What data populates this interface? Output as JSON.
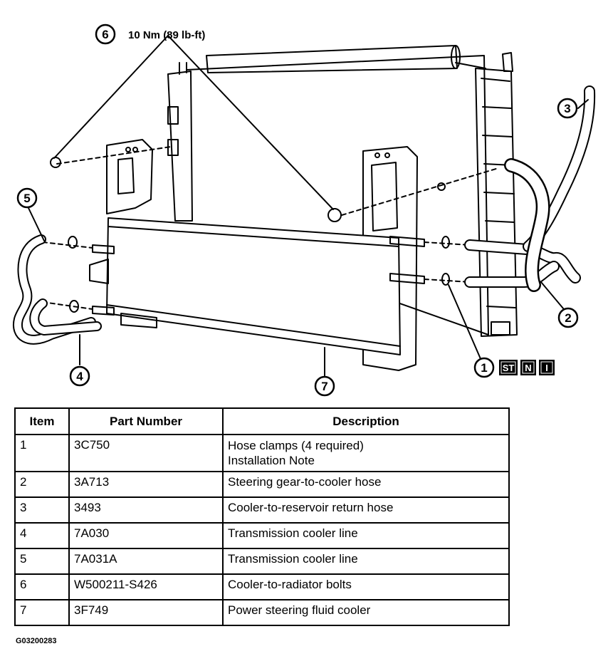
{
  "diagram": {
    "callouts": [
      {
        "num": "1"
      },
      {
        "num": "2"
      },
      {
        "num": "3"
      },
      {
        "num": "4"
      },
      {
        "num": "5"
      },
      {
        "num": "6"
      },
      {
        "num": "7"
      }
    ],
    "torque_label": "10 Nm (89 lb-ft)",
    "note_badges": [
      "ST",
      "N",
      "I"
    ]
  },
  "table": {
    "headers": [
      "Item",
      "Part Number",
      "Description"
    ],
    "rows": [
      {
        "item": "1",
        "part": "3C750",
        "desc": [
          "Hose clamps (4 required)",
          "Installation Note"
        ]
      },
      {
        "item": "2",
        "part": "3A713",
        "desc": [
          "Steering gear-to-cooler hose"
        ]
      },
      {
        "item": "3",
        "part": "3493",
        "desc": [
          "Cooler-to-reservoir return hose"
        ]
      },
      {
        "item": "4",
        "part": "7A030",
        "desc": [
          "Transmission cooler line"
        ]
      },
      {
        "item": "5",
        "part": "7A031A",
        "desc": [
          "Transmission cooler line"
        ]
      },
      {
        "item": "6",
        "part": "W500211-S426",
        "desc": [
          "Cooler-to-radiator bolts"
        ]
      },
      {
        "item": "7",
        "part": "3F749",
        "desc": [
          "Power steering fluid cooler"
        ]
      }
    ]
  },
  "figure_id": "G03200283"
}
